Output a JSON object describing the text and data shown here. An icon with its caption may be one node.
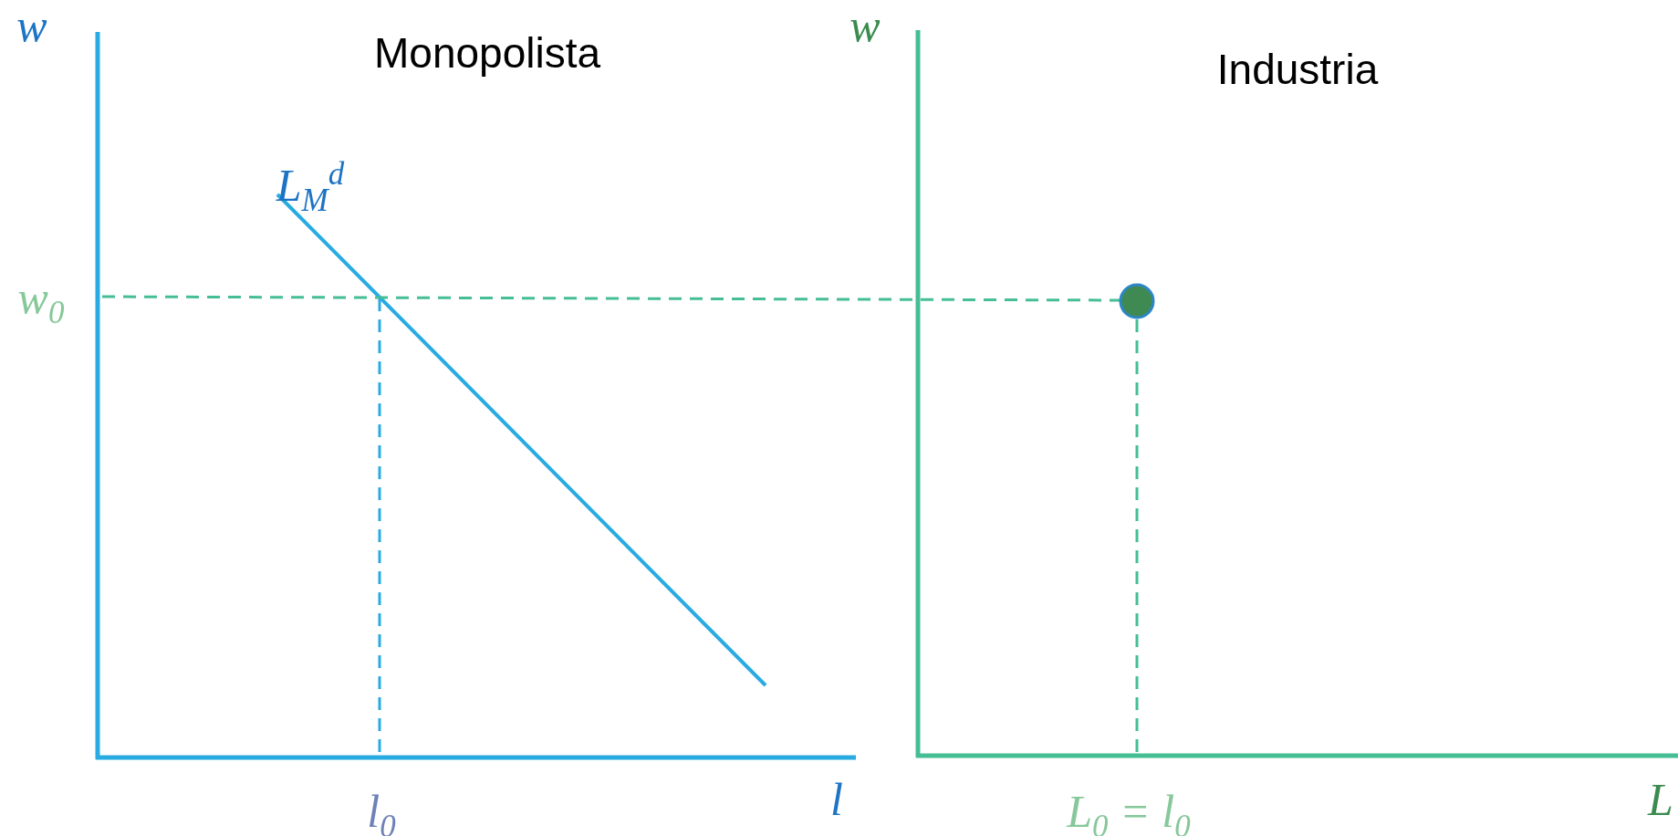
{
  "diagram": {
    "labels": [
      "w",
      "w",
      "Monopolista",
      "Industria",
      "L$_{M}$$^{d}$",
      "w$_{0}$",
      "l$_{0}$",
      "l",
      "L$_{0}$ = l$_{0}$",
      "L"
    ]
  }
}
